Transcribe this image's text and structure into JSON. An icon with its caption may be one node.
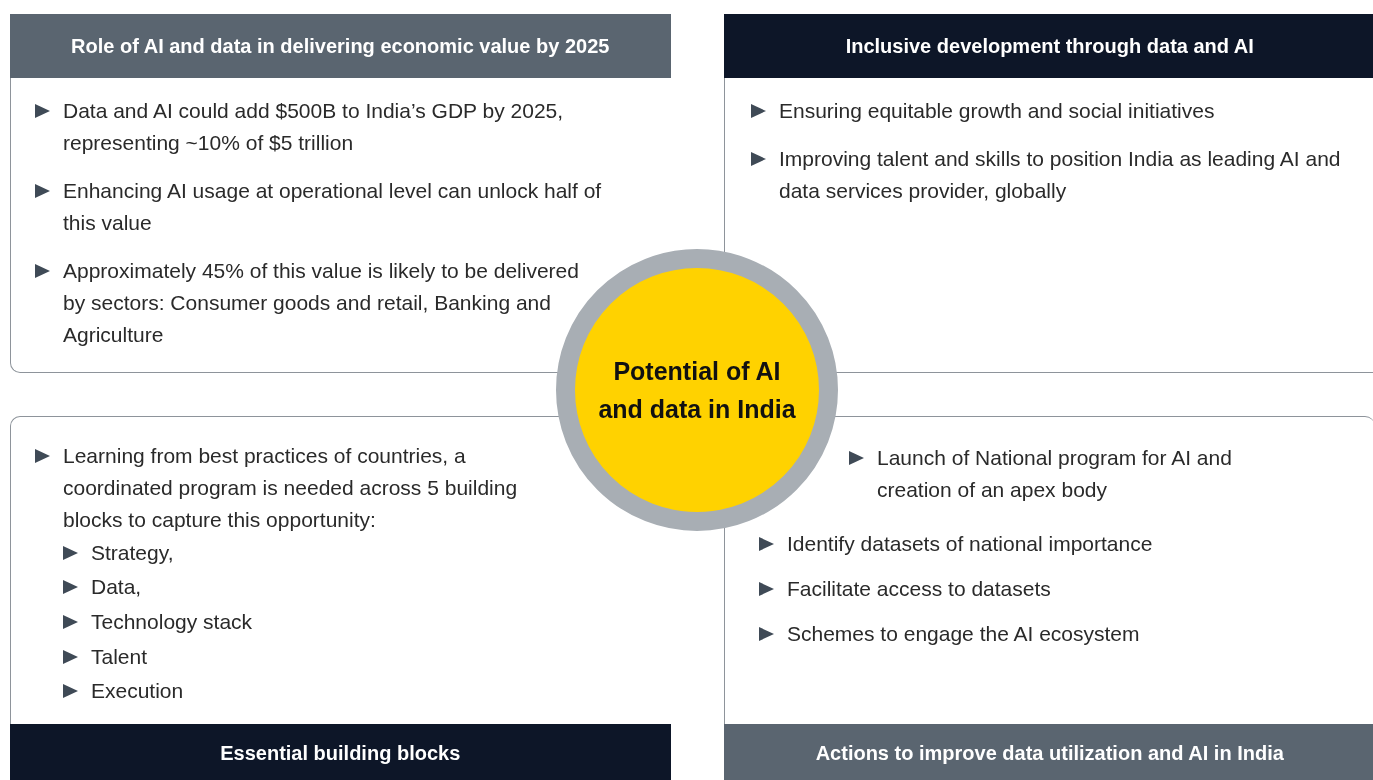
{
  "diagram": {
    "nodes": [
      {
        "text": [
          "Role of AI and data in delivering economic value by 2025",
          "Data and AI could add $500B to India’s GDP by 2025, representing ~10% of $5 trillion",
          "Enhancing AI usage at operational level can unlock half of this value",
          "Approximately 45% of this value is likely to be delivered by sectors: Consumer goods and retail, Banking and Agriculture"
        ]
      },
      {
        "text": [
          "Inclusive development through data and AI",
          "Ensuring equitable growth and social initiatives",
          "Improving talent and skills to position India as leading AI and data services provider, globally"
        ]
      },
      {
        "text": [
          "Learning from best practices of countries, a coordinated program is needed across 5 building blocks to capture this opportunity:",
          "Strategy,",
          "Data,",
          "Technology stack",
          "Talent",
          "Execution",
          "Essential building blocks"
        ]
      },
      {
        "text": [
          "Launch of National program for AI and creation of an apex body",
          "Identify datasets of national importance",
          "Facilitate access to datasets",
          "Schemes to engage the AI ecosystem",
          "Actions to improve data utilization and AI in India"
        ]
      },
      {
        "text": [
          "Potential of AI and data in India"
        ]
      }
    ],
    "edges": []
  }
}
